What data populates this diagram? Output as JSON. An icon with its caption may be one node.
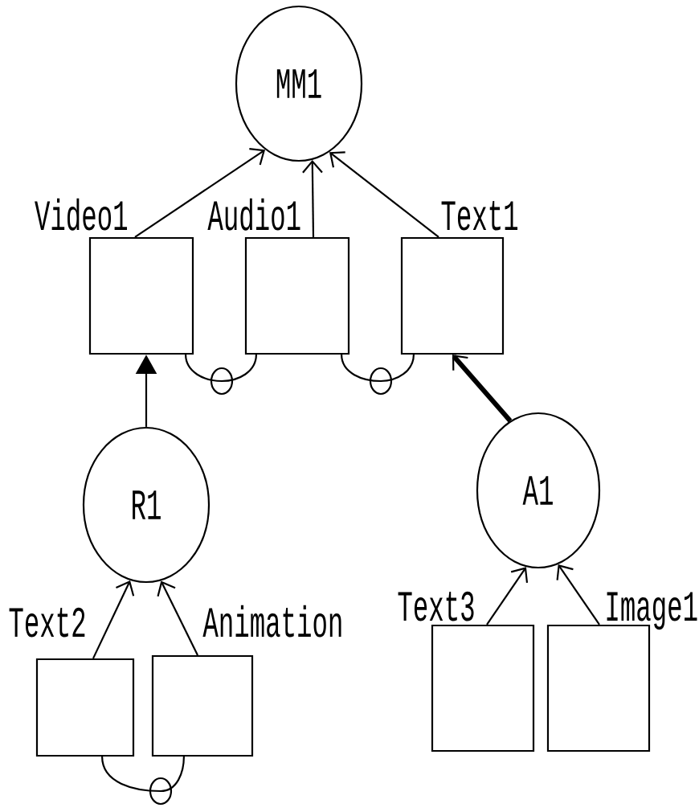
{
  "diagram": {
    "nodes": [
      {
        "text": [
          "MM1"
        ]
      },
      {
        "text": [
          "Video1"
        ]
      },
      {
        "text": [
          "Audio1"
        ]
      },
      {
        "text": [
          "Text1"
        ]
      },
      {
        "text": [
          "R1"
        ]
      },
      {
        "text": [
          "A1"
        ]
      },
      {
        "text": [
          "Text2"
        ]
      },
      {
        "text": [
          "Animation"
        ]
      },
      {
        "text": [
          "Text3"
        ]
      },
      {
        "text": [
          "Image1"
        ]
      }
    ],
    "edges": [
      {
        "from": 1,
        "to": 0,
        "arrow": "to"
      },
      {
        "from": 2,
        "to": 0,
        "arrow": "to"
      },
      {
        "from": 3,
        "to": 0,
        "arrow": "to"
      },
      {
        "from": 1,
        "to": 2,
        "arrow": "none"
      },
      {
        "from": 2,
        "to": 3,
        "arrow": "none"
      },
      {
        "from": 4,
        "to": 1,
        "arrow": "to"
      },
      {
        "from": 5,
        "to": 3,
        "arrow": "to",
        "style": "thick"
      },
      {
        "from": 6,
        "to": 4,
        "arrow": "to"
      },
      {
        "from": 7,
        "to": 4,
        "arrow": "to"
      },
      {
        "from": 6,
        "to": 7,
        "arrow": "none"
      },
      {
        "from": 8,
        "to": 5,
        "arrow": "to"
      },
      {
        "from": 9,
        "to": 5,
        "arrow": "to"
      }
    ]
  }
}
